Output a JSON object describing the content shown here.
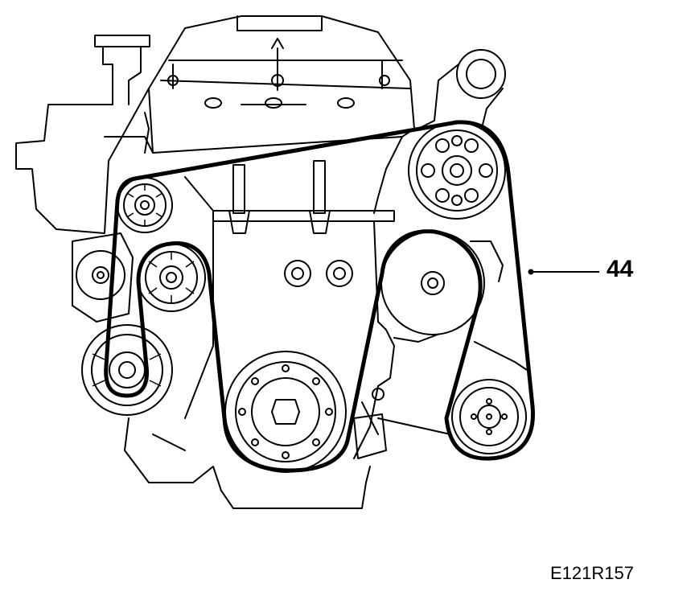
{
  "diagram": {
    "callout_number": "44",
    "figure_code": "E121R157",
    "icons": [
      "engine-block-drawing",
      "serpentine-belt",
      "pulley"
    ]
  }
}
